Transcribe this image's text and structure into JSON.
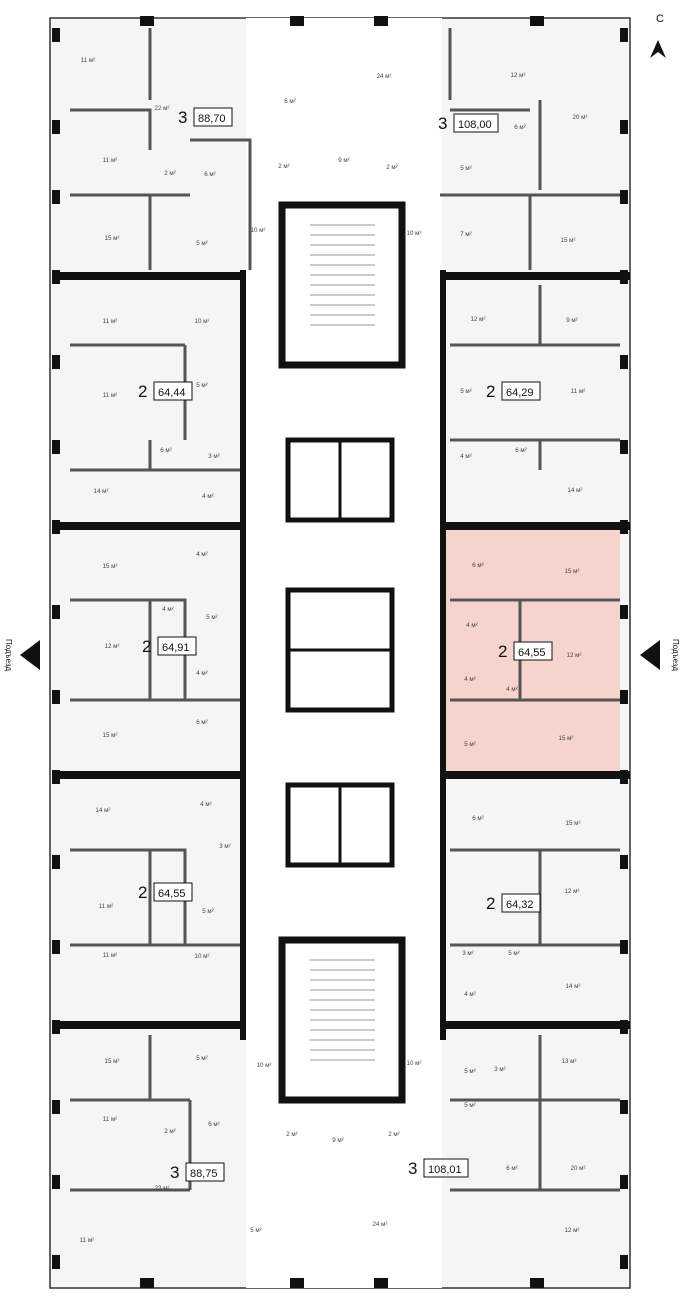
{
  "compass": {
    "north_label": "С"
  },
  "entrances": {
    "left_label": "Подъезд",
    "right_label": "Подъезд"
  },
  "colors": {
    "highlight": "#f7d3cd",
    "wall": "#111111",
    "floor": "#f2f2f2",
    "corridor": "#ffffff"
  },
  "apartments": [
    {
      "id": "apt-top-left",
      "rooms": "3",
      "area": "88,70",
      "highlighted": false
    },
    {
      "id": "apt-top-right",
      "rooms": "3",
      "area": "108,00",
      "highlighted": false
    },
    {
      "id": "apt-left-2",
      "rooms": "2",
      "area": "64,44",
      "highlighted": false
    },
    {
      "id": "apt-right-2",
      "rooms": "2",
      "area": "64,29",
      "highlighted": false
    },
    {
      "id": "apt-left-3",
      "rooms": "2",
      "area": "64,91",
      "highlighted": false
    },
    {
      "id": "apt-right-3",
      "rooms": "2",
      "area": "64,55",
      "highlighted": true
    },
    {
      "id": "apt-left-4",
      "rooms": "2",
      "area": "64,55",
      "highlighted": false
    },
    {
      "id": "apt-right-4",
      "rooms": "2",
      "area": "64,32",
      "highlighted": false
    },
    {
      "id": "apt-bottom-left",
      "rooms": "3",
      "area": "88,75",
      "highlighted": false
    },
    {
      "id": "apt-bottom-right",
      "rooms": "3",
      "area": "108,01",
      "highlighted": false
    }
  ],
  "room_labels": [
    "11 м²",
    "22 м²",
    "6 м²",
    "11 м²",
    "2 м²",
    "6 м²",
    "15 м²",
    "5 м²",
    "10 м²",
    "24 м²",
    "9 м²",
    "2 м²",
    "2 м²",
    "12 м²",
    "6 м²",
    "20 м²",
    "5 м²",
    "7 м²",
    "10 м²",
    "15 м²",
    "11 м²",
    "10 м²",
    "11 м²",
    "5 м²",
    "6 м²",
    "3 м²",
    "14 м²",
    "4 м²",
    "12 м²",
    "9 м²",
    "5 м²",
    "11 м²",
    "4 м²",
    "6 м²",
    "14 м²",
    "15 м²",
    "4 м²",
    "4 м²",
    "5 м²",
    "12 м²",
    "4 м²",
    "15 м²",
    "6 м²",
    "6 м²",
    "15 м²",
    "4 м²",
    "12 м²",
    "4 м²",
    "4 м²",
    "15 м²",
    "5 м²",
    "14 м²",
    "4 м²",
    "3 м²",
    "11 м²",
    "5 м²",
    "11 м²",
    "10 м²",
    "6 м²",
    "15 м²",
    "12 м²",
    "3 м²",
    "5 м²",
    "14 м²",
    "4 м²",
    "15 м²",
    "5 м²",
    "10 м²",
    "11 м²",
    "2 м²",
    "6 м²",
    "23 м²",
    "11 м²",
    "5 м²",
    "2 м²",
    "9 м²",
    "2 м²",
    "24 м²",
    "10 м²",
    "13 м²",
    "5 м²",
    "3 м²",
    "5 м²",
    "6 м²",
    "20 м²",
    "12 м²"
  ]
}
